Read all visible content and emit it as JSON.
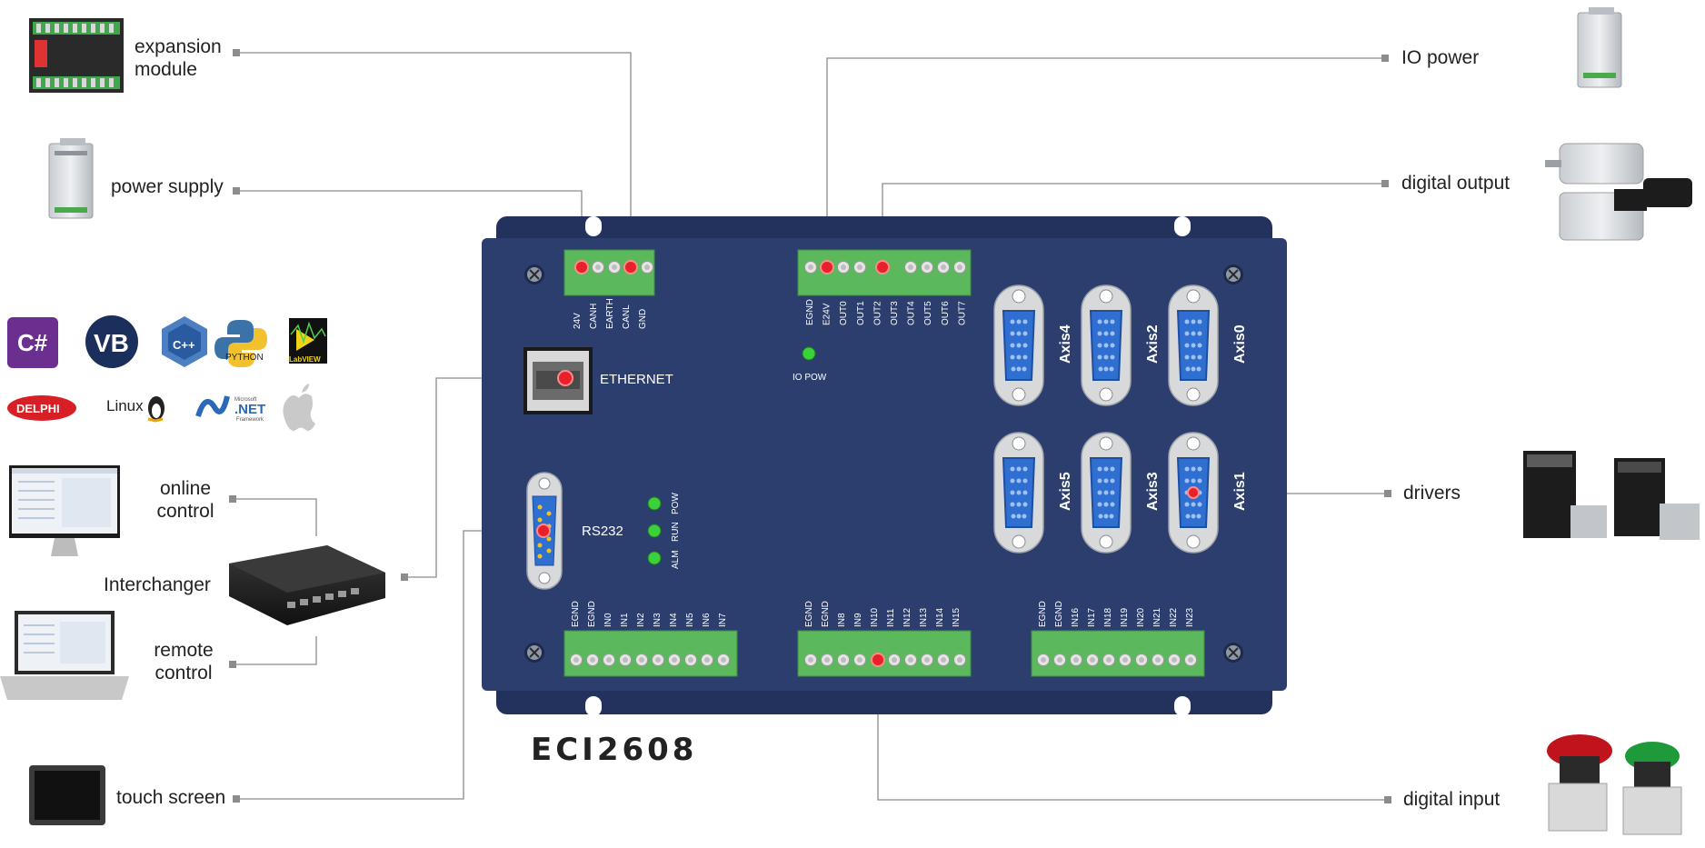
{
  "model": "ECI2608",
  "left_labels": {
    "expansion_module": [
      "expansion",
      "module"
    ],
    "power_supply": "power supply",
    "online_control": [
      "online",
      "control"
    ],
    "interchanger": "Interchanger",
    "remote_control": [
      "remote",
      "control"
    ],
    "touch_screen": "touch screen"
  },
  "right_labels": {
    "io_power": "IO power",
    "digital_output": "digital output",
    "drivers": "drivers",
    "digital_input": "digital input"
  },
  "board": {
    "power_terminals": [
      "24V",
      "CANH",
      "EARTH",
      "CANL",
      "GND"
    ],
    "output_terminals": [
      "EGND",
      "E24V",
      "OUT0",
      "OUT1",
      "OUT2",
      "OUT3",
      "OUT4",
      "OUT5",
      "OUT6",
      "OUT7"
    ],
    "input_block1": [
      "EGND",
      "EGND",
      "IN0",
      "IN1",
      "IN2",
      "IN3",
      "IN4",
      "IN5",
      "IN6",
      "IN7"
    ],
    "input_block2": [
      "EGND",
      "EGND",
      "IN8",
      "IN9",
      "IN10",
      "IN11",
      "IN12",
      "IN13",
      "IN14",
      "IN15"
    ],
    "input_block3": [
      "EGND",
      "EGND",
      "IN16",
      "IN17",
      "IN18",
      "IN19",
      "IN20",
      "IN21",
      "IN22",
      "IN23"
    ],
    "ethernet_label": "ETHERNET",
    "rs232_label": "RS232",
    "io_pow_label": "IO POW",
    "status_leds": [
      "POW",
      "RUN",
      "ALM"
    ],
    "axes_top": [
      "Axis4",
      "Axis2",
      "Axis0"
    ],
    "axes_bottom": [
      "Axis5",
      "Axis3",
      "Axis1"
    ]
  },
  "languages": {
    "csharp": "C#",
    "vb": "VB",
    "cpp": "C++",
    "python": "PYTHON",
    "labview": "LabVIEW",
    "delphi": "DELPHI",
    "linux": "Linux",
    "net_small": "Microsoft",
    "net": ".NET",
    "net_sub": "Framework"
  },
  "colors": {
    "board": "#2c3e6e",
    "board_edge": "#22325c",
    "terminal_green": "#5cb85c",
    "led_green": "#3bd13b",
    "marker_red": "#e8202a",
    "db_connector": "#2f6fd1",
    "line_gray": "#8c8c8c"
  }
}
